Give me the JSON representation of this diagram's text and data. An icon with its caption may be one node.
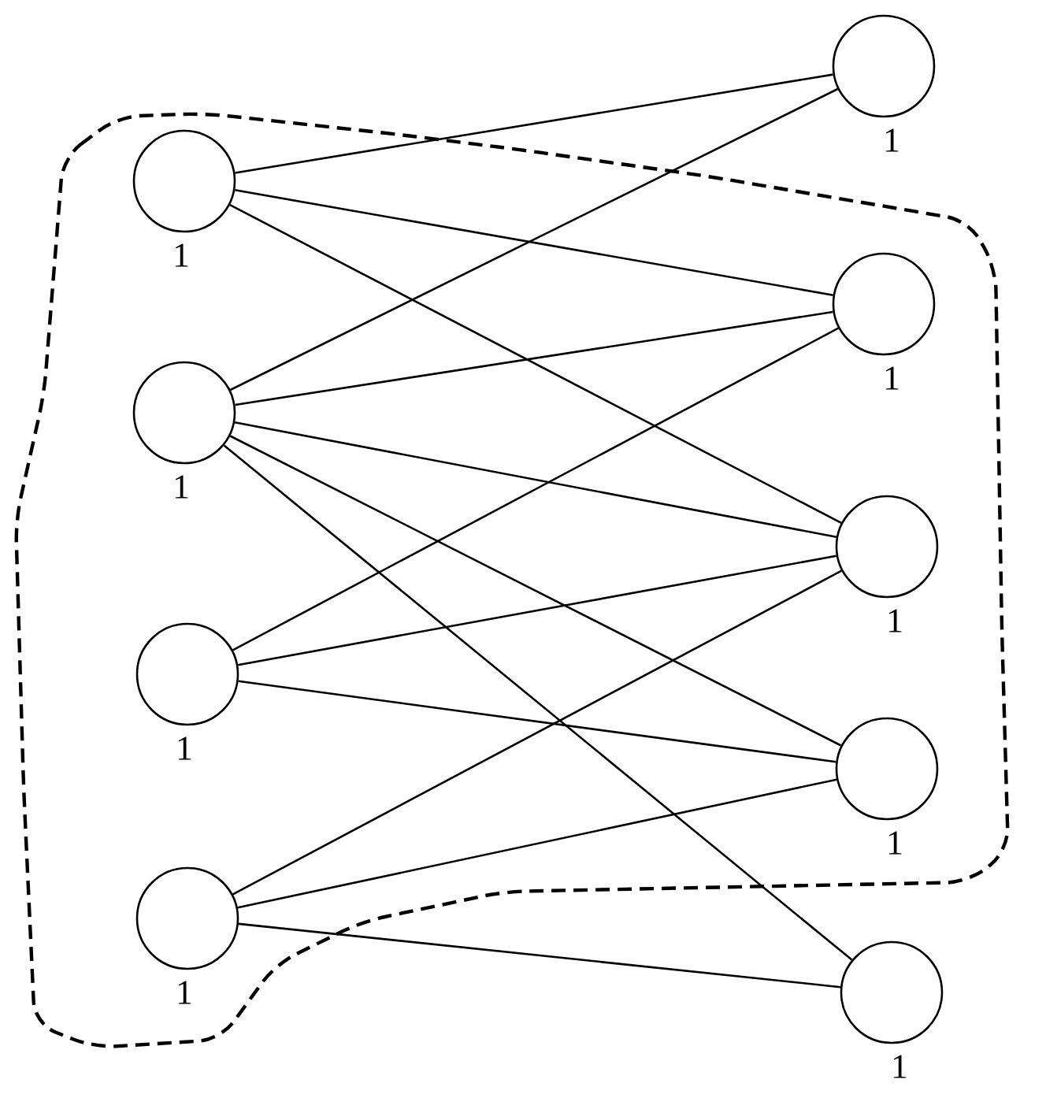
{
  "diagram": {
    "nodes": [
      {
        "text": [],
        "shape": "circle",
        "beside": [
          "1"
        ]
      },
      {
        "text": [],
        "shape": "circle",
        "beside": [
          "1"
        ]
      },
      {
        "text": [],
        "shape": "circle",
        "beside": [
          "1"
        ]
      },
      {
        "text": [],
        "shape": "circle",
        "beside": [
          "1"
        ]
      },
      {
        "text": [],
        "shape": "circle",
        "beside": [
          "1"
        ]
      },
      {
        "text": [],
        "shape": "circle",
        "beside": [
          "1"
        ]
      },
      {
        "text": [],
        "shape": "circle",
        "beside": [
          "1"
        ]
      },
      {
        "text": [],
        "shape": "circle",
        "beside": [
          "1"
        ]
      },
      {
        "text": [],
        "shape": "circle",
        "beside": [
          "1"
        ]
      }
    ],
    "edges": [
      {
        "from": 0,
        "to": 4,
        "arrow": "none"
      },
      {
        "from": 0,
        "to": 5,
        "arrow": "none"
      },
      {
        "from": 0,
        "to": 6,
        "arrow": "none"
      },
      {
        "from": 1,
        "to": 4,
        "arrow": "none"
      },
      {
        "from": 1,
        "to": 5,
        "arrow": "none"
      },
      {
        "from": 1,
        "to": 6,
        "arrow": "none"
      },
      {
        "from": 1,
        "to": 7,
        "arrow": "none"
      },
      {
        "from": 1,
        "to": 8,
        "arrow": "none"
      },
      {
        "from": 2,
        "to": 5,
        "arrow": "none"
      },
      {
        "from": 2,
        "to": 6,
        "arrow": "none"
      },
      {
        "from": 2,
        "to": 7,
        "arrow": "none"
      },
      {
        "from": 3,
        "to": 6,
        "arrow": "none"
      },
      {
        "from": 3,
        "to": 7,
        "arrow": "none"
      },
      {
        "from": 3,
        "to": 8,
        "arrow": "none"
      }
    ]
  }
}
